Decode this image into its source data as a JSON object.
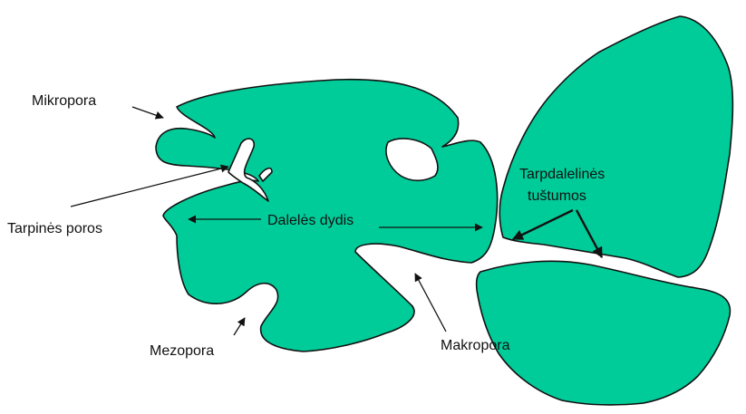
{
  "labels": {
    "mikropora": "Mikropora",
    "tarpines_poros": "Tarpinės poros",
    "daleles_dydis": "Dalelės dydis",
    "tarpdalelines_line1": "Tarpdalelinės",
    "tarpdalelines_line2": "tuštumos",
    "mezopora": "Mezopora",
    "makropora": "Makropora"
  },
  "colors": {
    "particle_fill": "#00cc99",
    "outline": "#111111",
    "background": "#ffffff"
  }
}
